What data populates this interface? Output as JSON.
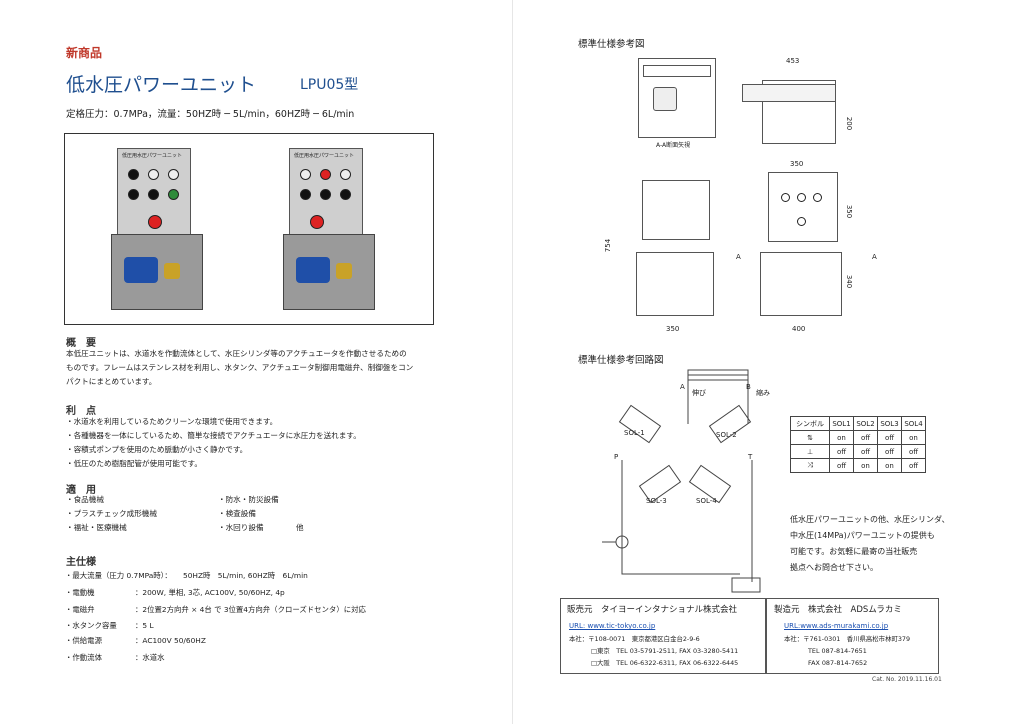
{
  "left": {
    "tag": "新商品",
    "title": "低水圧パワーユニット",
    "model": "LPU05型",
    "rating": "定格圧力：0.7MPa，流量：50HZ時 ─ 5L/min，60HZ時 ─ 6L/min",
    "photo_label_1": "低圧用水圧パワーユニット",
    "photo_label_2": "低圧用水圧パワーユニット",
    "overview": {
      "heading": "概　要",
      "lines": [
        "本低圧ユニットは、水道水を作動流体として、水圧シリンダ等のアクチュエータを作動させるための",
        "ものです。フレームはステンレス材を利用し、水タンク、アクチュエータ制御用電磁弁、制御盤をコン",
        "パクトにまとめています。"
      ]
    },
    "merits": {
      "heading": "利　点",
      "items": [
        "・水道水を利用しているためクリーンな環境で使用できます。",
        "・各種機器を一体にしているため、簡単な接続でアクチュエータに水圧力を送れます。",
        "・容積式ポンプを使用のため脈動が小さく静かです。",
        "・低圧のため樹脂配管が使用可能です。"
      ]
    },
    "applications": {
      "heading": "適　用",
      "col1": [
        "・食品機械",
        "・プラスチェック成形機械",
        "・福祉・医療機械"
      ],
      "col2": [
        "・防水・防災設備",
        "・検査設備",
        "・水回り設備"
      ],
      "other": "他"
    },
    "specs": {
      "heading": "主仕様",
      "rows": [
        {
          "label": "・最大流量（圧力 0.7MPa時）：",
          "value": "50HZ時　5L/min, 60HZ時　6L/min"
        },
        {
          "label": "・電動機",
          "value": "：200W, 単相, 3芯, AC100V, 50/60HZ, 4p"
        },
        {
          "label": "・電磁弁",
          "value": "：2位置2方向弁 × 4台 で 3位置4方向弁（クローズドセンタ）に対応"
        },
        {
          "label": "・水タンク容量",
          "value": "：5 L"
        },
        {
          "label": "・供給電源",
          "value": "：AC100V 50/60HZ"
        },
        {
          "label": "・作動流体",
          "value": "：水道水"
        }
      ]
    }
  },
  "right": {
    "drawing_title": "標準仕様参考図",
    "section_label": "A-A断面矢視",
    "dims": {
      "top_width": "453",
      "top_height": "200",
      "front_width": "350",
      "front_height": "754",
      "side_width": "350",
      "side_top": "350",
      "side_lower": "340",
      "base_front": "350",
      "base_side": "400",
      "arrow_a1": "A",
      "arrow_a2": "A"
    },
    "circuit_title": "標準仕様参考回路図",
    "circuit_labels": {
      "A": "A",
      "B": "B",
      "extend": "伸び",
      "retract": "縮み",
      "sol1": "SOL-1",
      "sol2": "SOL-2",
      "sol3": "SOL-3",
      "sol4": "SOL-4",
      "P": "P",
      "T": "T"
    },
    "sol_table": {
      "header": [
        "シンボル",
        "SOL1",
        "SOL2",
        "SOL3",
        "SOL4"
      ],
      "rows": [
        [
          "on",
          "off",
          "off",
          "on"
        ],
        [
          "off",
          "off",
          "off",
          "off"
        ],
        [
          "off",
          "on",
          "on",
          "off"
        ]
      ]
    },
    "note_lines": [
      "低水圧パワーユニットの他、水圧シリンダ、",
      "中水圧(14MPa)パワーユニットの提供も",
      "可能です。お気軽に最寄の当社販売",
      "拠点へお問合せ下さい。"
    ],
    "seller": {
      "heading": "販売元　タイヨーインタナショナル株式会社",
      "url": "URL: www.tic-tokyo.co.jp",
      "lines": [
        "本社：〒108-0071　東京都港区白金台2-9-6",
        "□東京　TEL 03-5791-2511, FAX 03-3280-5411",
        "□大阪　TEL 06-6322-6311, FAX 06-6322-6445"
      ]
    },
    "maker": {
      "heading": "製造元　株式会社　ADSムラカミ",
      "url": "URL:www.ads-murakami.co.jp",
      "lines": [
        "本社：〒761-0301　香川県高松市林町379",
        "TEL 087-814-7651",
        "FAX 087-814-7652"
      ]
    },
    "catalog": "Cat. No. 2019.11.16.01"
  }
}
